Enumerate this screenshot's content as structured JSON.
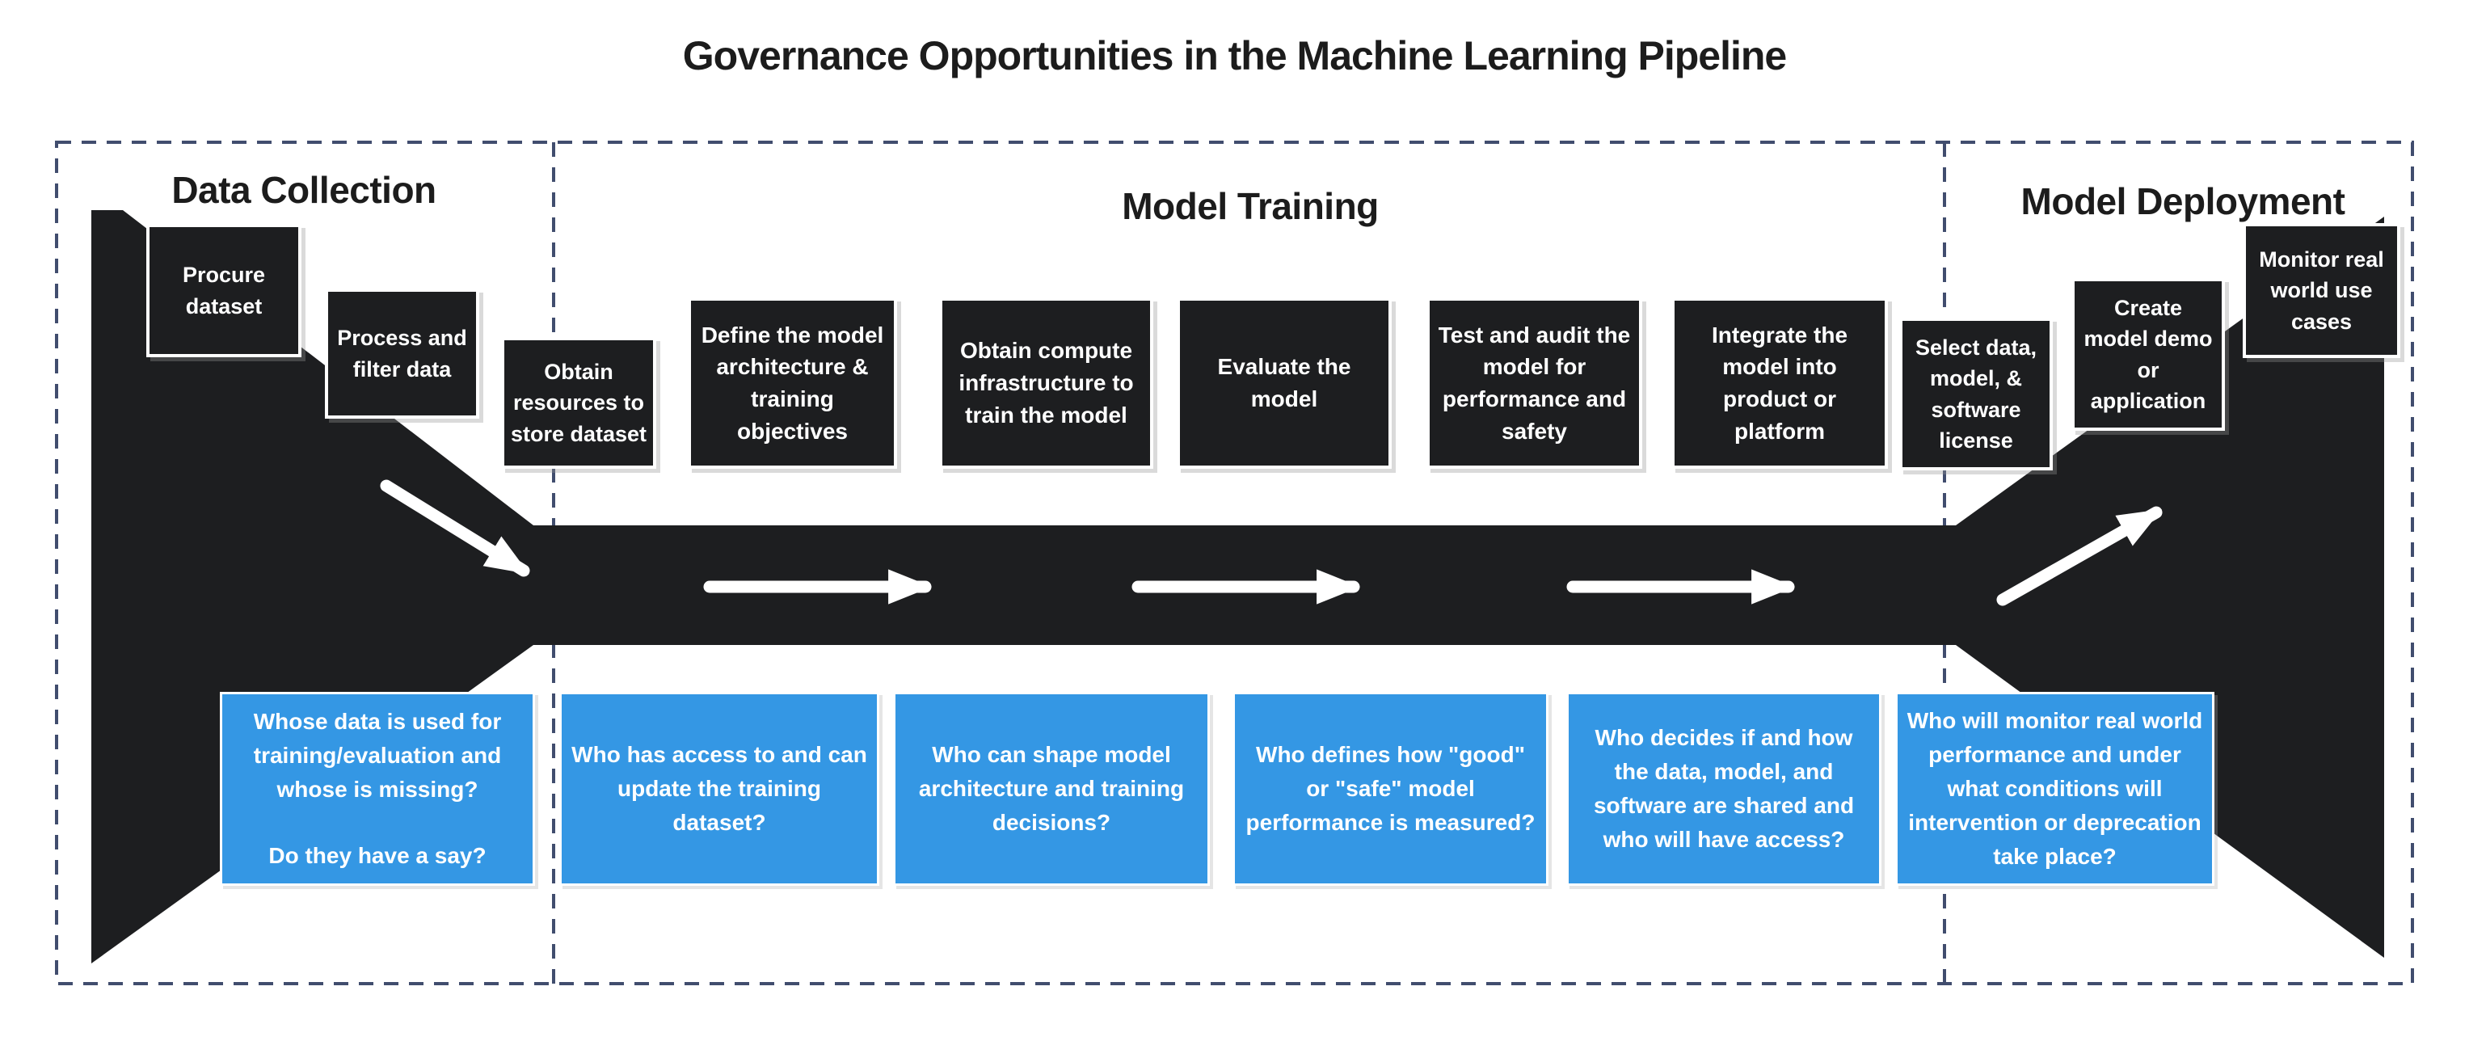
{
  "title": "Governance Opportunities in the Machine Learning Pipeline",
  "sections": [
    {
      "label": "Data Collection"
    },
    {
      "label": "Model Training"
    },
    {
      "label": "Model Deployment"
    }
  ],
  "steps": [
    {
      "label": "Procure dataset"
    },
    {
      "label": "Process and filter data"
    },
    {
      "label": "Obtain resources to store dataset"
    },
    {
      "label": "Define the model architecture & training objectives"
    },
    {
      "label": "Obtain compute infrastructure to train the model"
    },
    {
      "label": "Evaluate the model"
    },
    {
      "label": "Test and audit the model for performance and safety"
    },
    {
      "label": "Integrate the model into product or platform"
    },
    {
      "label": "Select data, model, & software license"
    },
    {
      "label": "Create model demo or application"
    },
    {
      "label": "Monitor real world use cases"
    }
  ],
  "questions": [
    {
      "text": "Whose data is used for training/evaluation and whose is missing?",
      "text2": "Do they have a say?"
    },
    {
      "text": "Who has access to and can update the training dataset?"
    },
    {
      "text": "Who can shape model architecture and training decisions?"
    },
    {
      "text": "Who defines how \"good\" or \"safe\" model performance is measured?"
    },
    {
      "text": "Who decides if and how the data, model, and software are shared and who will have access?"
    },
    {
      "text": "Who will monitor real world performance and under what conditions will intervention or deprecation take place?"
    }
  ],
  "colors": {
    "pipeline_black": "#1d1e20",
    "question_blue": "#3497e4",
    "dashed_border": "#414d6e",
    "heading_text": "#1c1c1c",
    "box_text": "#ffffff"
  }
}
